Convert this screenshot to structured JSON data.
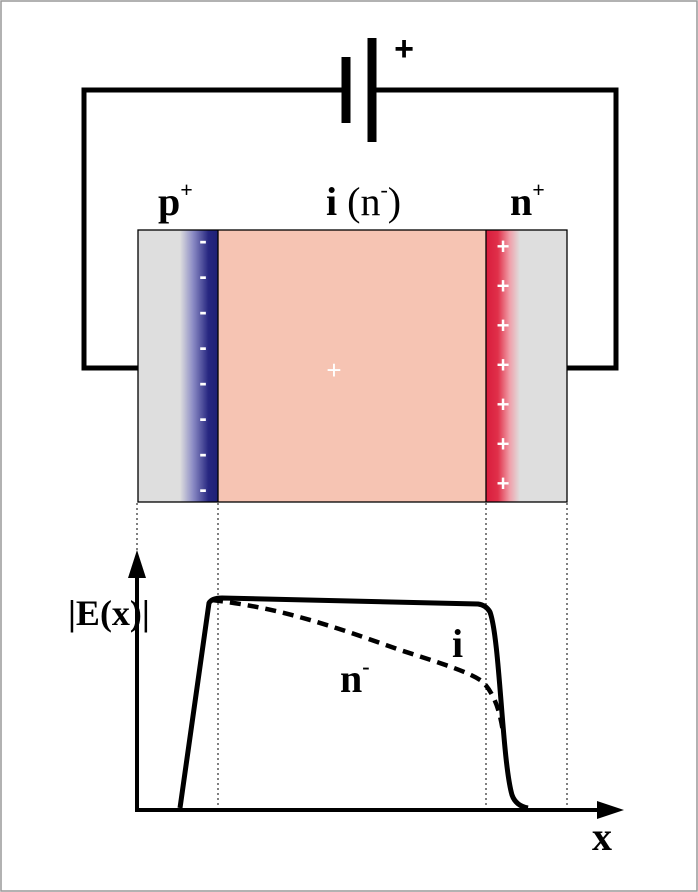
{
  "battery": {
    "polarity": "+"
  },
  "regions": {
    "p": {
      "base": "p",
      "sup": "+"
    },
    "i": {
      "base": "i",
      "paren_open": " (",
      "paren_base": "n",
      "paren_sup": "-",
      "paren_close": ")"
    },
    "n": {
      "base": "n",
      "sup": "+"
    }
  },
  "charges": {
    "negative": [
      "-",
      "-",
      "-",
      "-",
      "-",
      "-",
      "-",
      "-"
    ],
    "positive": [
      "+",
      "+",
      "+",
      "+",
      "+",
      "+",
      "+"
    ],
    "center": "+"
  },
  "plot": {
    "ylabel": "|E(x)|",
    "xlabel": "x",
    "curve_label_i": "i",
    "curve_label_n": {
      "base": "n",
      "sup": "-"
    }
  },
  "colors": {
    "intrinsic": "#f6c4b3",
    "contact": "#dedede",
    "negative_layer": "#262680",
    "positive_layer": "#e0304a",
    "frame": "#999999"
  }
}
